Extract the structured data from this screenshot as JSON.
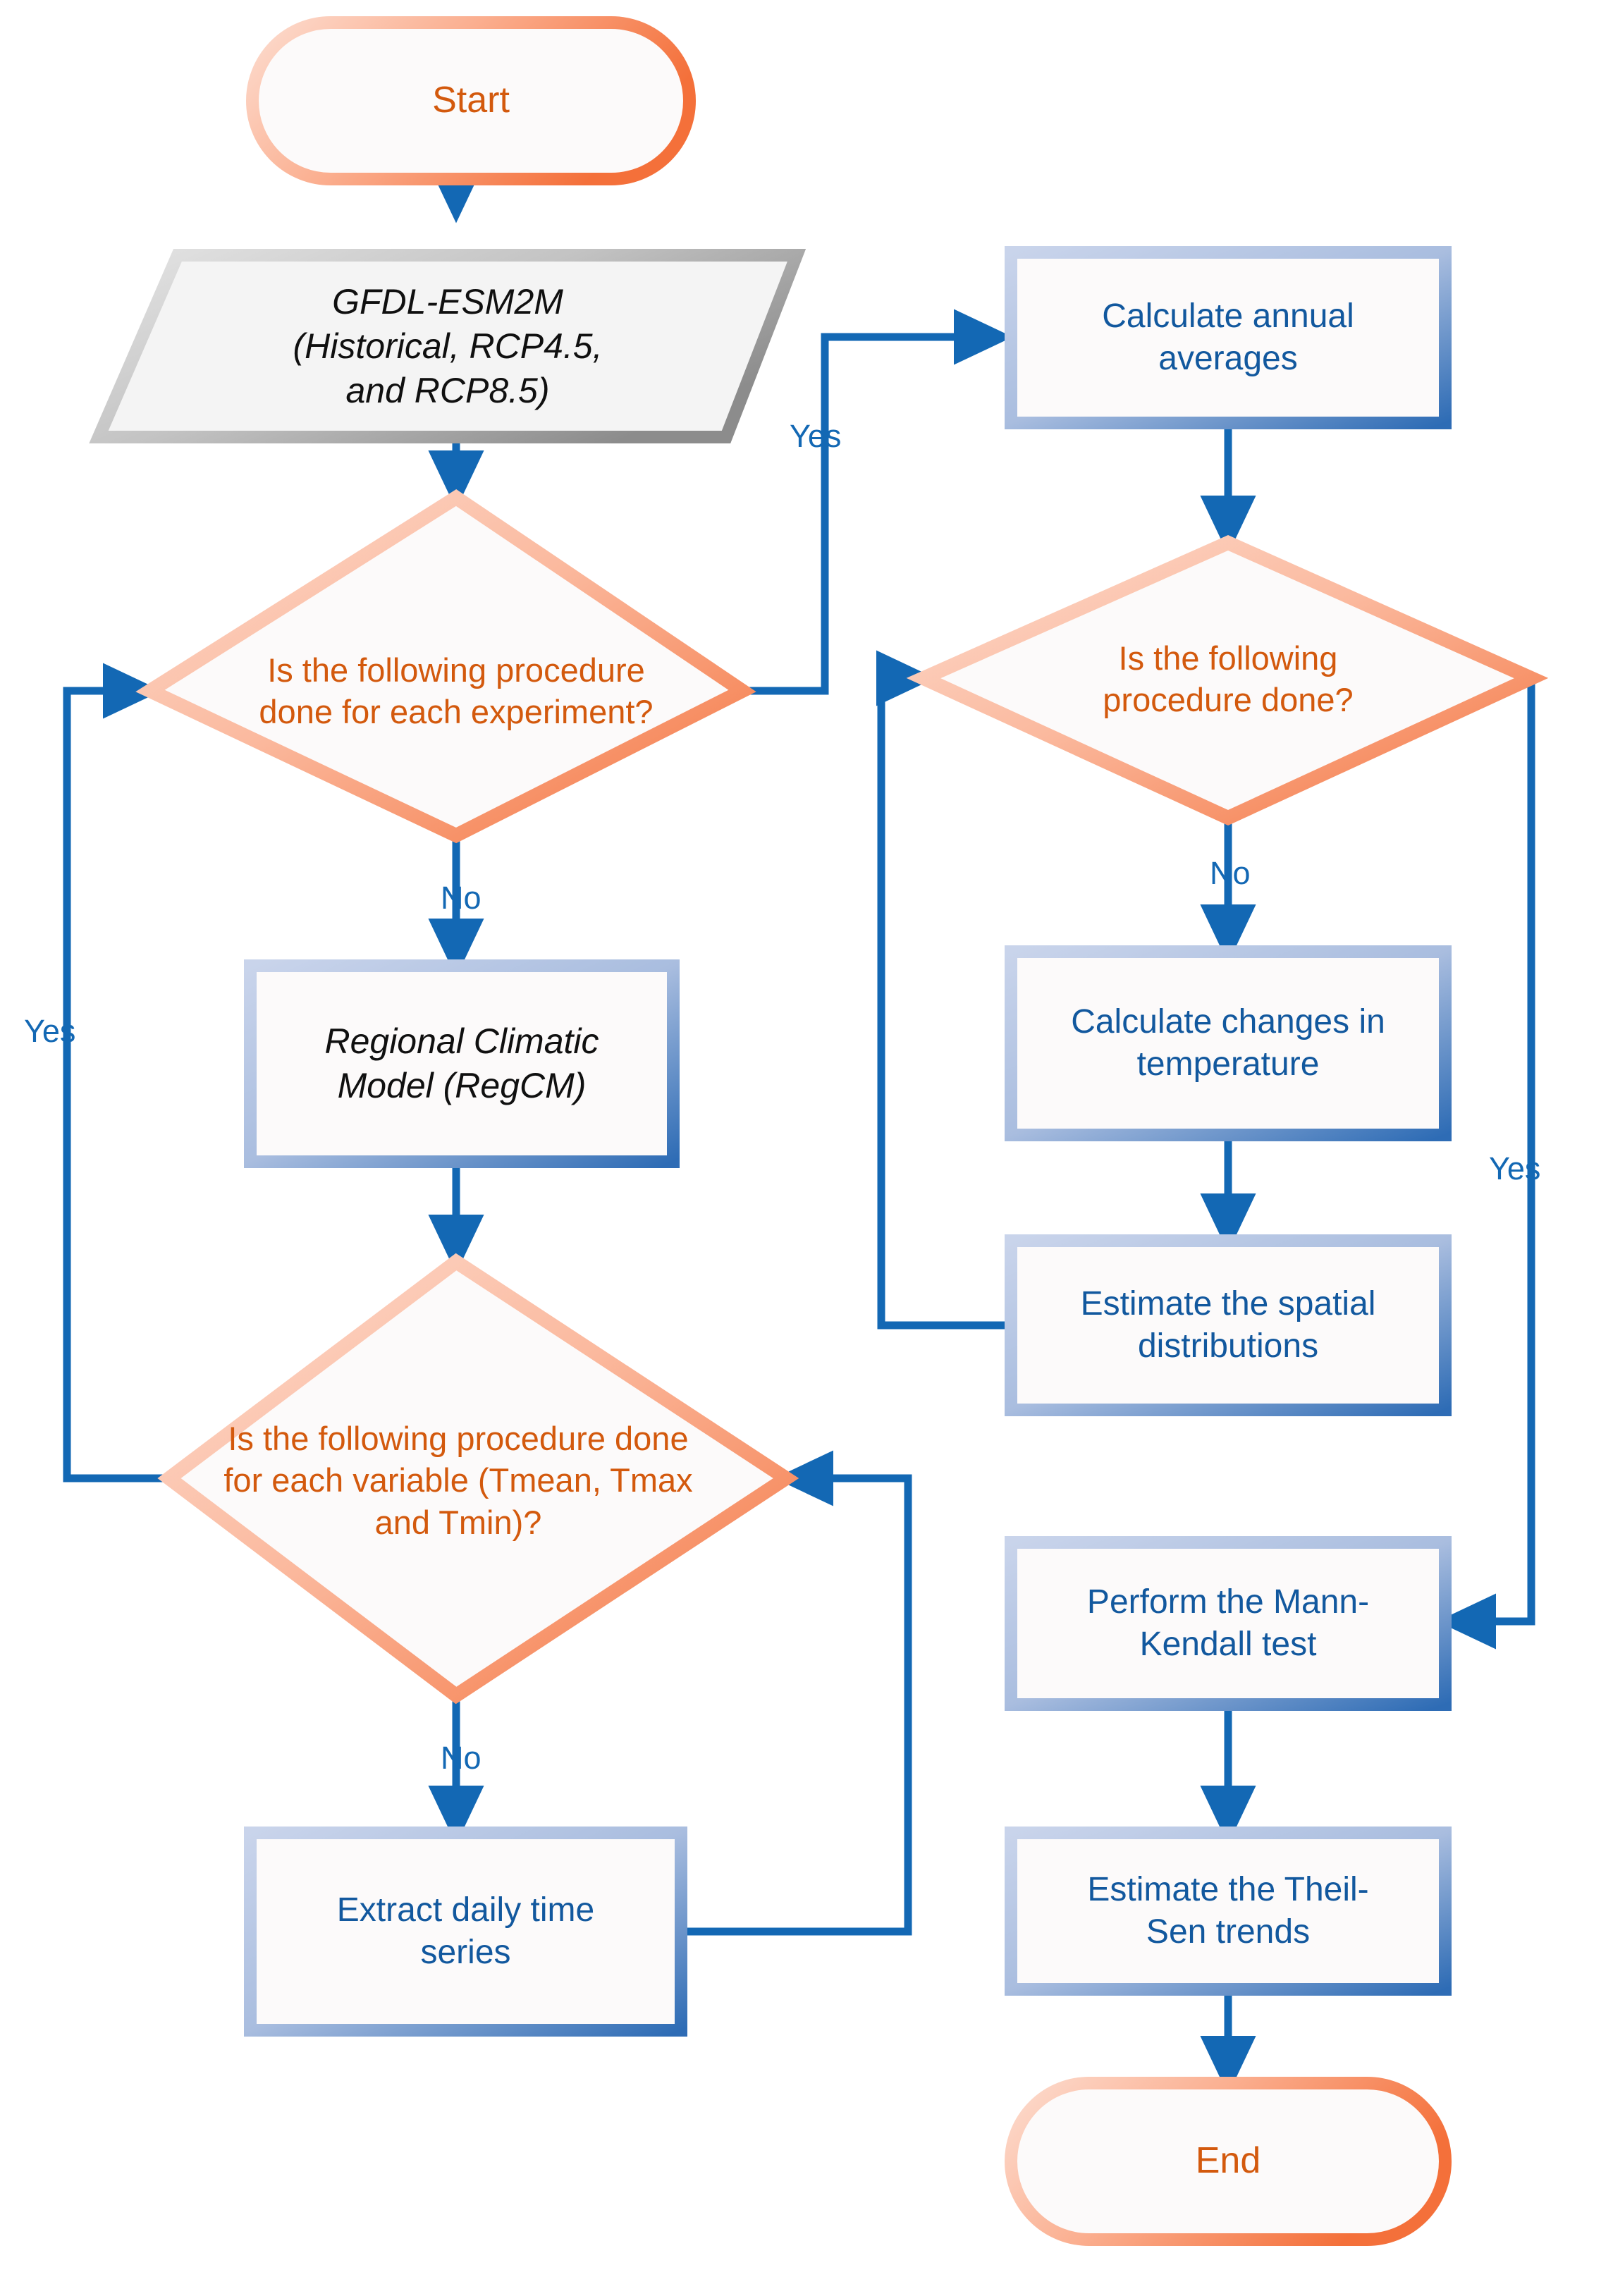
{
  "diagram": {
    "title": "Climate model analysis workflow flowchart",
    "colors": {
      "orange_text": "#D3590D",
      "blue_text": "#12589E",
      "connector_blue": "#1368B4",
      "terminator_border_start": "#FBD9CB",
      "terminator_border_end": "#F4744A",
      "process_border_start": "#C9D4EB",
      "process_border_end": "#2E6CB5",
      "data_border_start": "#E2E2E2",
      "data_border_end": "#8C8C8C",
      "node_fill": "#FCFAFA"
    },
    "nodes": [
      {
        "id": "start",
        "shape": "terminator",
        "label": "Start"
      },
      {
        "id": "gcm",
        "shape": "parallelogram",
        "label": "GFDL-ESM2M\n(Historical, RCP4.5,\nand RCP8.5)"
      },
      {
        "id": "dec_exp",
        "shape": "diamond",
        "label": "Is the following procedure\ndone for each experiment?"
      },
      {
        "id": "regcm",
        "shape": "process",
        "label": "Regional Climatic\nModel (RegCM)"
      },
      {
        "id": "dec_var",
        "shape": "diamond",
        "label": "Is the following procedure done\nfor each variable (Tmean, Tmax\nand Tmin)?"
      },
      {
        "id": "extract",
        "shape": "process",
        "label": "Extract daily time\nseries"
      },
      {
        "id": "annual",
        "shape": "process",
        "label": "Calculate annual\naverages"
      },
      {
        "id": "dec_proc",
        "shape": "diamond",
        "label": "Is the following\nprocedure done?"
      },
      {
        "id": "changes",
        "shape": "process",
        "label": "Calculate changes in\ntemperature"
      },
      {
        "id": "spatial",
        "shape": "process",
        "label": "Estimate the spatial\ndistributions"
      },
      {
        "id": "mannkendall",
        "shape": "process",
        "label": "Perform the Mann-\nKendall test"
      },
      {
        "id": "theilsen",
        "shape": "process",
        "label": "Estimate the Theil-\nSen trends"
      },
      {
        "id": "end",
        "shape": "terminator",
        "label": "End"
      }
    ],
    "edge_labels": {
      "exp_yes": "Yes",
      "exp_no": "No",
      "var_yes": "Yes",
      "var_no": "No",
      "proc_no": "No",
      "proc_yes": "Yes"
    }
  }
}
